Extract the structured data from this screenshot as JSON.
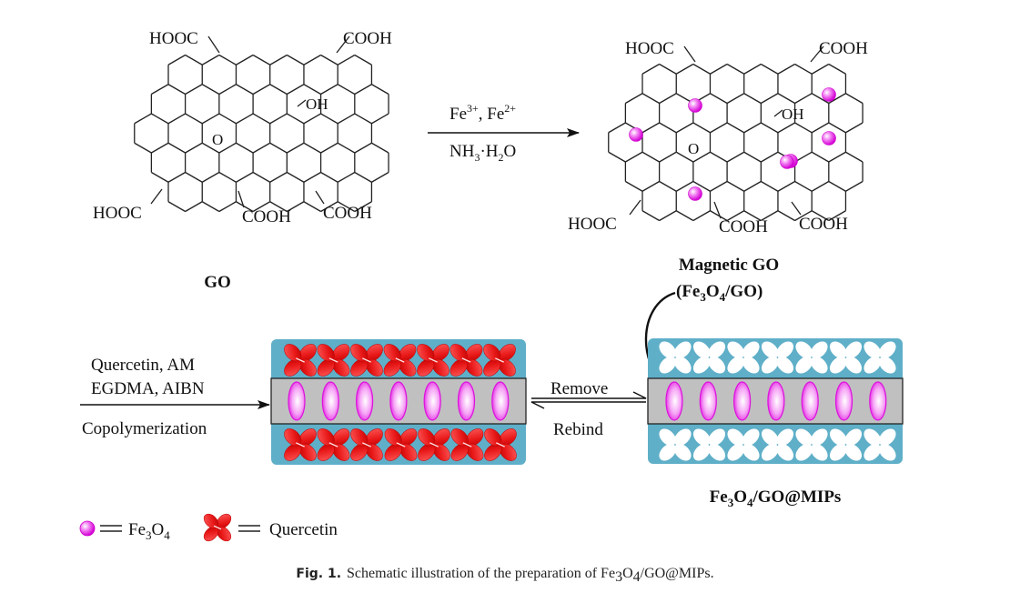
{
  "figure": {
    "caption": {
      "label": "Fig. 1.",
      "text_prefix": "Schematic illustration of the preparation of Fe",
      "sub1": "3",
      "mid": "O",
      "sub2": "4",
      "text_suffix": "/GO@MIPs."
    },
    "colors": {
      "matrix_blue": "#5fafc8",
      "core_gray": "#c0c0c0",
      "fe3o4_magenta": "#ee22ee",
      "quercetin_red": "#e81818",
      "cavity_white": "#ffffff"
    }
  },
  "go_sheet": {
    "name": "GO",
    "groups": {
      "top_left": "HOOC",
      "top_right": "COOH",
      "bottom_left": "HOOC",
      "bottom_mid": "COOH",
      "bottom_right": "COOH",
      "hydroxyl": "OH",
      "epoxide": "O"
    }
  },
  "reaction1": {
    "reagents_top": {
      "a": "Fe",
      "a_sup": "3+",
      "sep": ", Fe",
      "b_sup": "2+"
    },
    "reagents_bottom": {
      "a": "NH",
      "a_sub": "3",
      "dot": "·H",
      "b_sub": "2",
      "end": "O"
    }
  },
  "magnetic_go": {
    "name": "Magnetic GO",
    "formula": {
      "open": "(Fe",
      "sub1": "3",
      "mid": "O",
      "sub2": "4",
      "close": "/GO)"
    },
    "groups": {
      "top_left": "HOOC",
      "top_right": "COOH",
      "bottom_left": "HOOC",
      "bottom_mid": "COOH",
      "bottom_right": "COOH",
      "hydroxyl": "OH",
      "epoxide": "O"
    },
    "fe3o4_particle_count": 7
  },
  "reaction2": {
    "line1": "Quercetin, AM",
    "line2": "EGDMA, AIBN",
    "below": "Copolymerization"
  },
  "equilibrium": {
    "forward": "Remove",
    "reverse": "Rebind"
  },
  "mip_template": {
    "quercetin_per_row": 7,
    "fe3o4_per_core": 7
  },
  "mip_product": {
    "label": {
      "a": "Fe",
      "sub1": "3",
      "mid": "O",
      "sub2": "4",
      "end": "/GO@MIPs"
    },
    "cavities_per_row": 7,
    "fe3o4_per_core": 7
  },
  "legend": [
    {
      "symbol": "fe3o4-sphere",
      "eq": "=",
      "label": "Fe",
      "sub1": "3",
      "mid": "O",
      "sub2": "4"
    },
    {
      "symbol": "quercetin-cross",
      "eq": "=",
      "label": "Quercetin"
    }
  ]
}
